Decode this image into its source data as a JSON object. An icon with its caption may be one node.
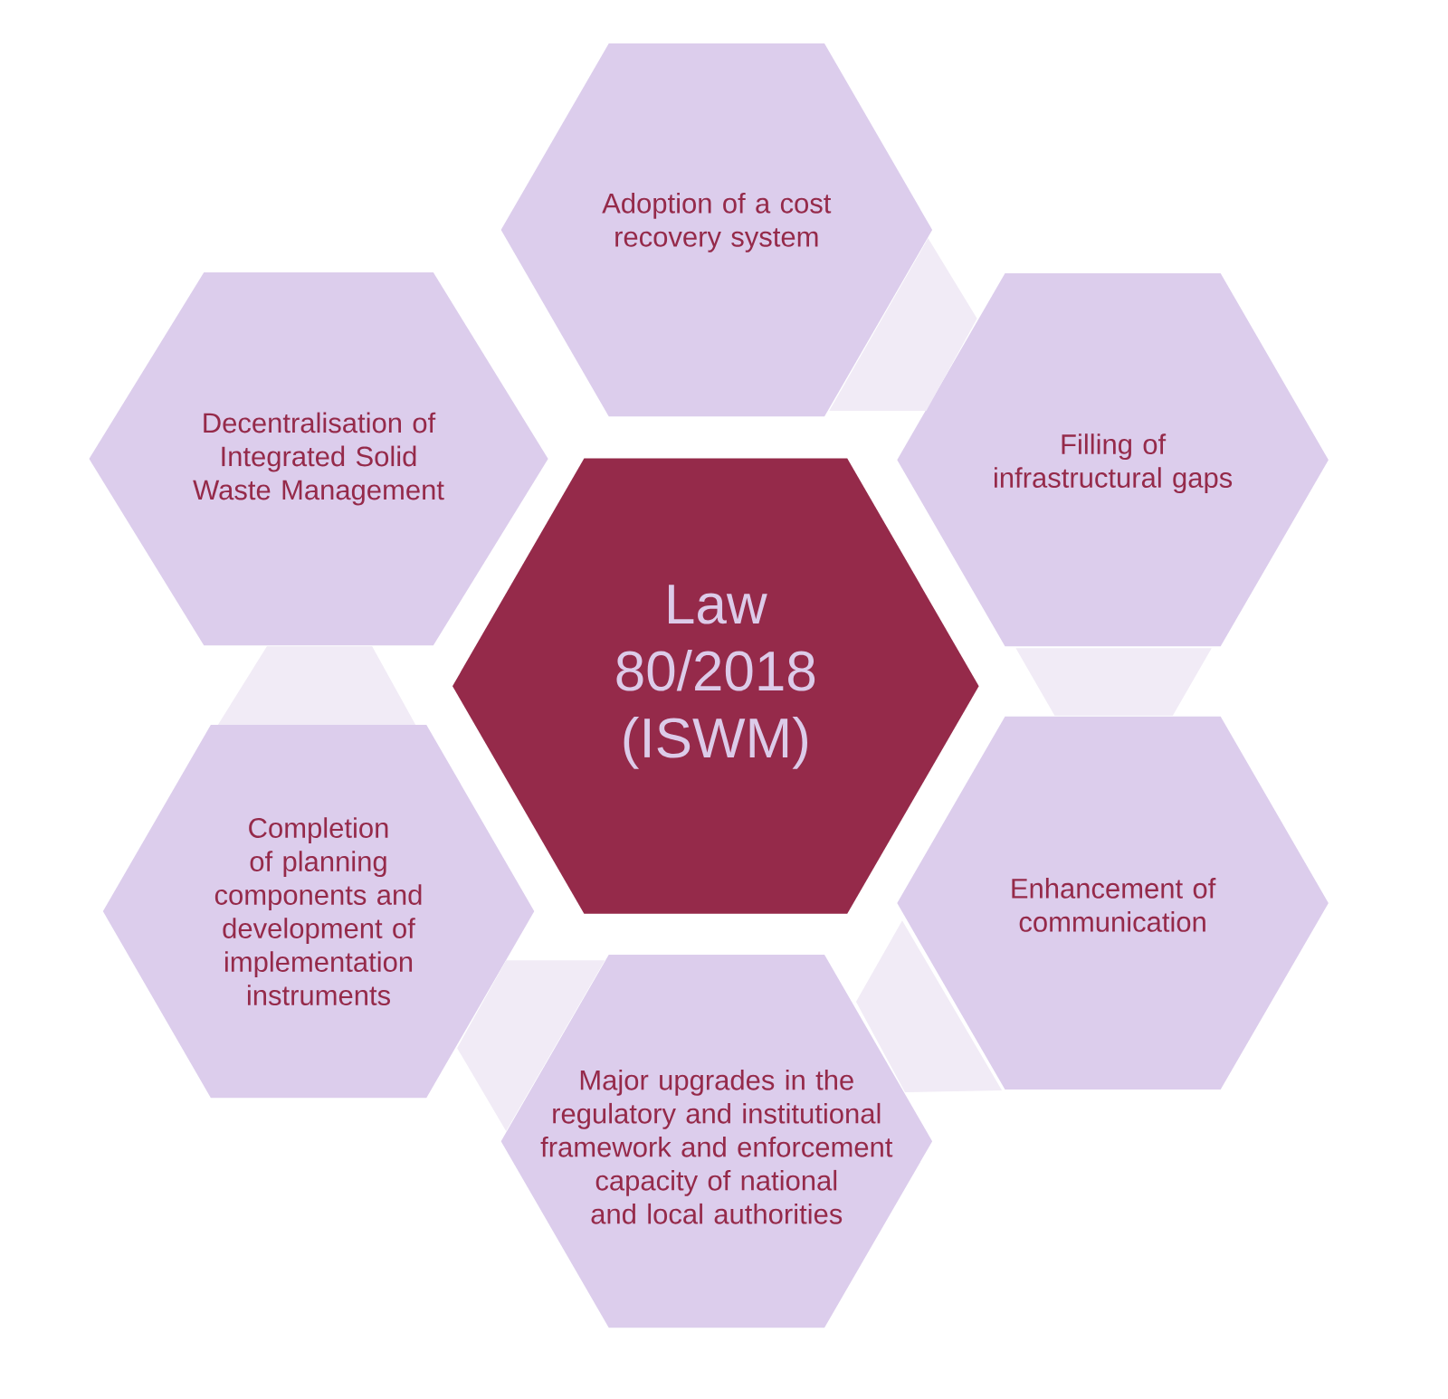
{
  "diagram": {
    "nodes": [
      {
        "text": [
          "Law 80/2018 (ISWM)"
        ]
      },
      {
        "text": [
          "Adoption of a cost recovery system"
        ]
      },
      {
        "text": [
          "Filling of infrastructural gaps"
        ]
      },
      {
        "text": [
          "Enhancement of communication"
        ]
      },
      {
        "text": [
          "Major upgrades in the regulatory and institutional framework and enforcement capacity of national and local authorities"
        ]
      },
      {
        "text": [
          "Completion of planning components and development of implementation instruments"
        ]
      },
      {
        "text": [
          "Decentralisation of Integrated Solid Waste Management"
        ]
      },
      {
        "text": [],
        "shape": "trapezoid"
      },
      {
        "text": [],
        "shape": "trapezoid"
      },
      {
        "text": [],
        "shape": "trapezoid"
      },
      {
        "text": [],
        "shape": "trapezoid"
      },
      {
        "text": [],
        "shape": "trapezoid"
      }
    ]
  }
}
